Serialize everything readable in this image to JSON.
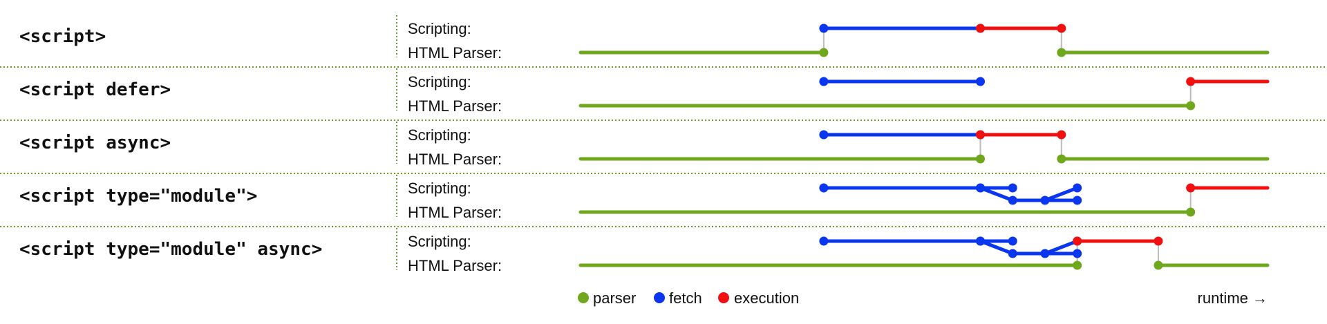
{
  "colors": {
    "parser": "#6fa81c",
    "fetch": "#0a36f0",
    "execution": "#f01010",
    "connector": "#bbbbbb",
    "separator": "#6a9a1f"
  },
  "row_labels": {
    "scripting": "Scripting:",
    "parser": "HTML Parser:"
  },
  "rows": [
    {
      "name": "<script>",
      "scripting": [
        {
          "type": "fetch",
          "path": [
            [
              0.354,
              "s"
            ],
            [
              0.582,
              "s"
            ]
          ]
        },
        {
          "type": "execution",
          "path": [
            [
              0.582,
              "s"
            ],
            [
              0.7,
              "s"
            ]
          ]
        }
      ],
      "parser": [
        {
          "type": "parser",
          "path": [
            [
              0,
              "p"
            ],
            [
              0.354,
              "p"
            ]
          ],
          "dot_end": true
        },
        {
          "type": "parser",
          "path": [
            [
              0.7,
              "p"
            ],
            [
              1,
              "p"
            ]
          ],
          "dot_start": true
        }
      ],
      "connectors": [
        0.354,
        0.7
      ]
    },
    {
      "name": "<script defer>",
      "scripting": [
        {
          "type": "fetch",
          "path": [
            [
              0.354,
              "s"
            ],
            [
              0.582,
              "s"
            ]
          ]
        },
        {
          "type": "execution",
          "path": [
            [
              0.888,
              "s"
            ],
            [
              1,
              "s"
            ]
          ],
          "dot_end": false
        }
      ],
      "parser": [
        {
          "type": "parser",
          "path": [
            [
              0,
              "p"
            ],
            [
              0.888,
              "p"
            ]
          ],
          "dot_end": true
        }
      ],
      "connectors": [
        0.888
      ]
    },
    {
      "name": "<script async>",
      "scripting": [
        {
          "type": "fetch",
          "path": [
            [
              0.354,
              "s"
            ],
            [
              0.582,
              "s"
            ]
          ]
        },
        {
          "type": "execution",
          "path": [
            [
              0.582,
              "s"
            ],
            [
              0.7,
              "s"
            ]
          ]
        }
      ],
      "parser": [
        {
          "type": "parser",
          "path": [
            [
              0,
              "p"
            ],
            [
              0.582,
              "p"
            ]
          ],
          "dot_end": true
        },
        {
          "type": "parser",
          "path": [
            [
              0.7,
              "p"
            ],
            [
              1,
              "p"
            ]
          ],
          "dot_start": true
        }
      ],
      "connectors": [
        0.582,
        0.7
      ]
    },
    {
      "name": "<script type=\"module\">",
      "scripting": [
        {
          "type": "fetch",
          "path": [
            [
              0.354,
              "s"
            ],
            [
              0.582,
              "s"
            ],
            [
              0.629,
              "s"
            ]
          ]
        },
        {
          "type": "fetch",
          "path": [
            [
              0.582,
              "s"
            ],
            [
              0.629,
              "m"
            ],
            [
              0.676,
              "m"
            ],
            [
              0.723,
              "s"
            ]
          ]
        },
        {
          "type": "fetch",
          "path": [
            [
              0.676,
              "m"
            ],
            [
              0.723,
              "m"
            ]
          ],
          "dot_start": false
        },
        {
          "type": "execution",
          "path": [
            [
              0.888,
              "s"
            ],
            [
              1,
              "s"
            ]
          ],
          "dot_end": false
        }
      ],
      "parser": [
        {
          "type": "parser",
          "path": [
            [
              0,
              "p"
            ],
            [
              0.888,
              "p"
            ]
          ],
          "dot_end": true
        }
      ],
      "connectors": [
        0.888
      ]
    },
    {
      "name": "<script type=\"module\" async>",
      "scripting": [
        {
          "type": "fetch",
          "path": [
            [
              0.354,
              "s"
            ],
            [
              0.582,
              "s"
            ],
            [
              0.629,
              "s"
            ]
          ]
        },
        {
          "type": "fetch",
          "path": [
            [
              0.582,
              "s"
            ],
            [
              0.629,
              "m"
            ],
            [
              0.676,
              "m"
            ],
            [
              0.723,
              "s"
            ]
          ]
        },
        {
          "type": "fetch",
          "path": [
            [
              0.676,
              "m"
            ],
            [
              0.723,
              "m"
            ]
          ],
          "dot_start": false
        },
        {
          "type": "execution",
          "path": [
            [
              0.723,
              "s"
            ],
            [
              0.841,
              "s"
            ]
          ]
        }
      ],
      "parser": [
        {
          "type": "parser",
          "path": [
            [
              0,
              "p"
            ],
            [
              0.723,
              "p"
            ]
          ],
          "dot_end": true
        },
        {
          "type": "parser",
          "path": [
            [
              0.841,
              "p"
            ],
            [
              1,
              "p"
            ]
          ],
          "dot_start": true
        }
      ],
      "connectors": [
        0.723,
        0.841
      ]
    }
  ],
  "legend": {
    "items": [
      {
        "key": "parser",
        "label": "parser"
      },
      {
        "key": "fetch",
        "label": "fetch"
      },
      {
        "key": "execution",
        "label": "execution"
      }
    ],
    "runtime_label": "runtime →"
  }
}
